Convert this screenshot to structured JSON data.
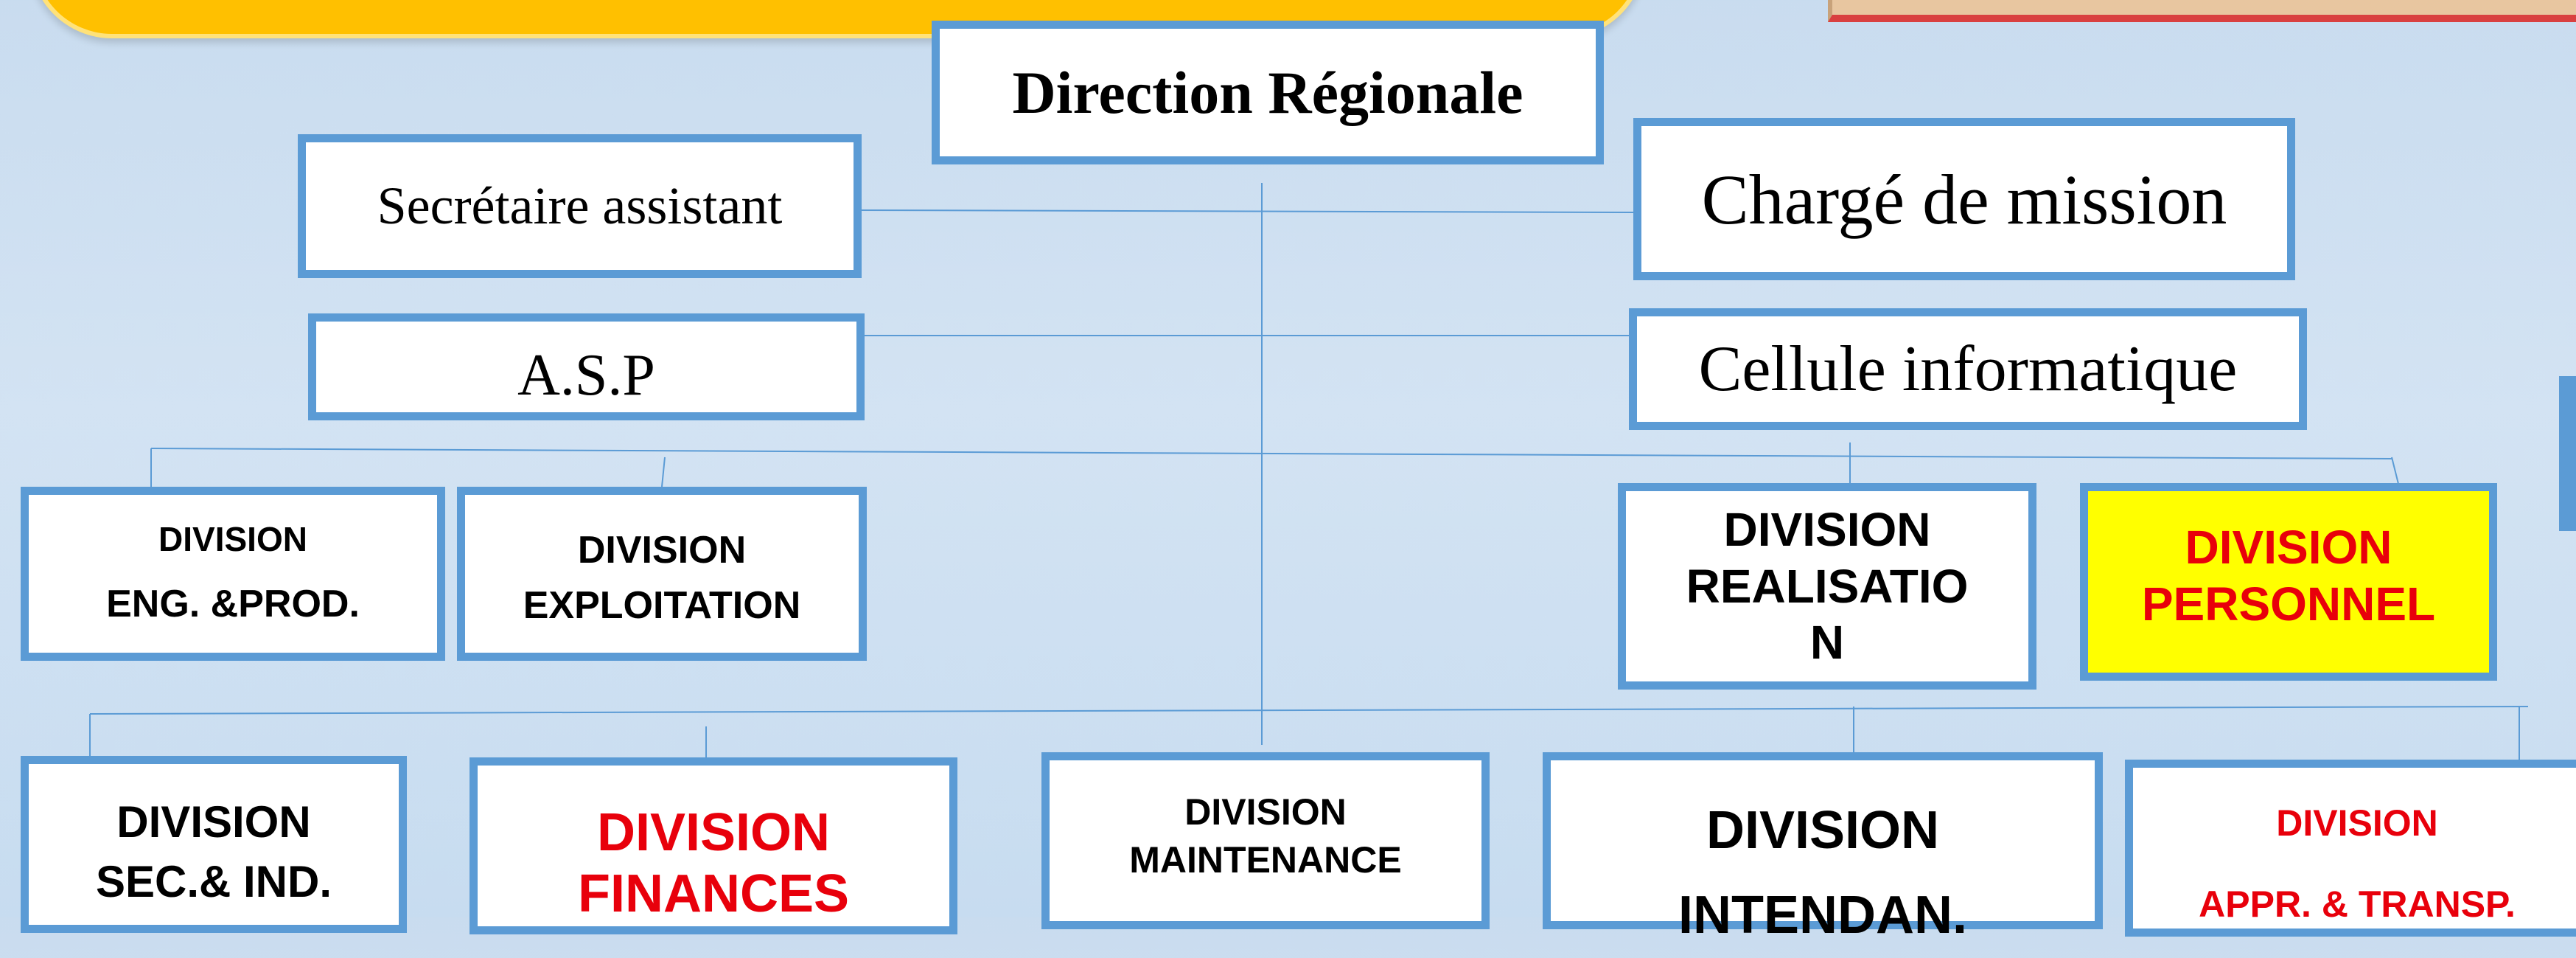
{
  "theme": {
    "box_border": "#5b9bd5",
    "box_fill": "#ffffff",
    "highlight_fill": "#ffff00",
    "emphasis_text": "#e8000b",
    "banner_fill": "#ffc000"
  },
  "org_chart": {
    "top": "Direction Régionale",
    "staff": {
      "secretaire": "Secrétaire assistant",
      "charge_mission": "Chargé de mission",
      "asp": "A.S.P",
      "cellule_info": "Cellule informatique"
    },
    "row1": {
      "eng_prod": [
        "DIVISION",
        "ENG. &PROD."
      ],
      "exploitation": [
        "DIVISION",
        "EXPLOITATION"
      ],
      "realisation": [
        "DIVISION",
        "REALISATIO",
        "N"
      ],
      "personnel": [
        "DIVISION",
        "PERSONNEL"
      ]
    },
    "row2": {
      "sec_ind": [
        "DIVISION",
        "SEC.& IND."
      ],
      "finances": [
        "DIVISION",
        "FINANCES"
      ],
      "maintenance": [
        "DIVISION",
        "MAINTENANCE"
      ],
      "intendan": [
        "DIVISION",
        "INTENDAN."
      ],
      "appr_transp": [
        "DIVISION",
        "APPR. & TRANSP."
      ]
    }
  }
}
